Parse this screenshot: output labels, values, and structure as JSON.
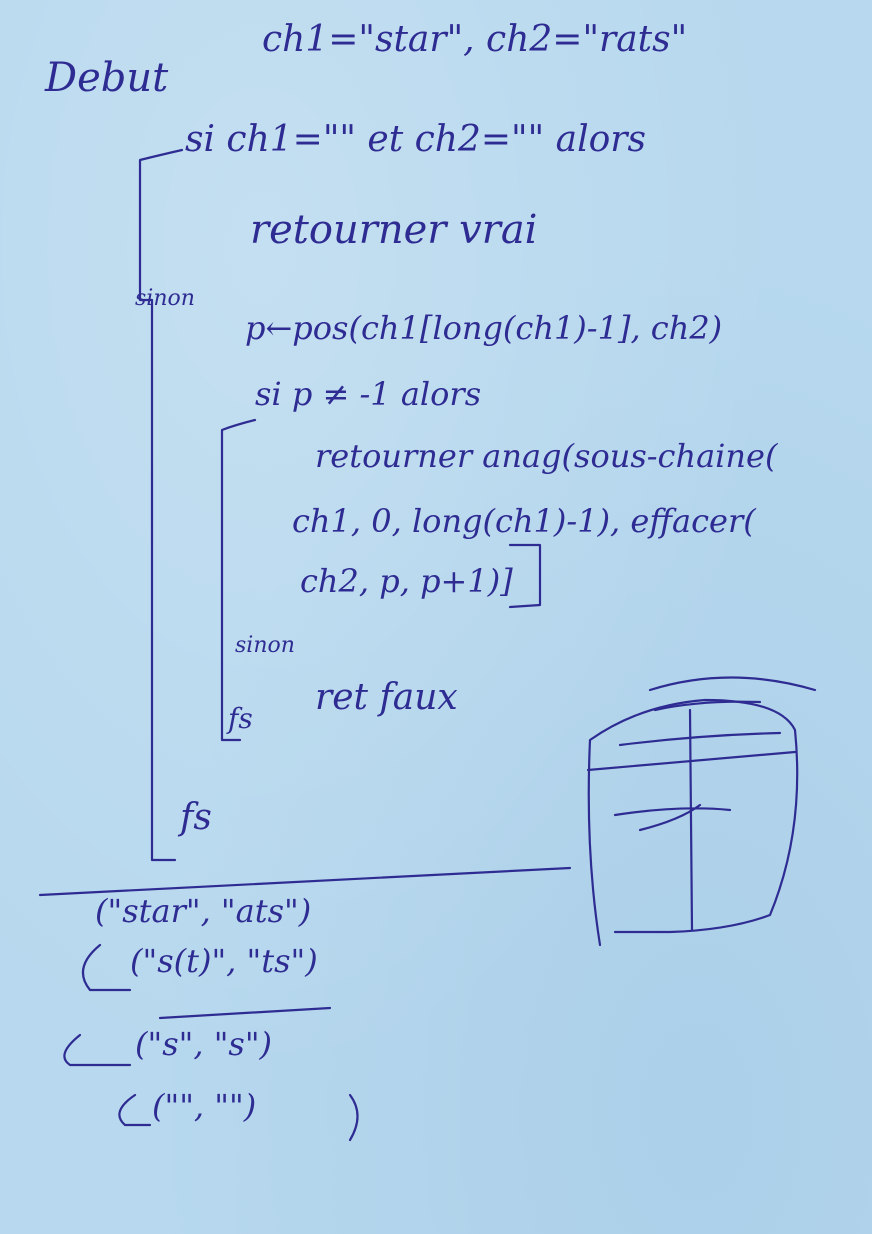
{
  "header": {
    "title_word": "Debut",
    "declaration": "ch1=\"star\", ch2=\"rats\""
  },
  "algorithm": {
    "if_line": "si ch1=\"\" et ch2=\"\" alors",
    "return_true": "retourner vrai",
    "else_1": "sinon",
    "pos_line": "p←pos(ch1[long(ch1)-1], ch2)",
    "inner_if": "si p ≠ -1 alors",
    "return_anag_1": "retourner anag(sous-chaine(",
    "return_anag_2": "ch1, 0, long(ch1)-1), effacer(",
    "return_anag_3": "ch2, p, p+1)]",
    "else_2": "sinon",
    "return_false": "ret faux",
    "end_inner": "fs",
    "end_outer": "fs"
  },
  "trace": {
    "call_0": "(\"star\", \"ats\")",
    "call_1": "(\"s(t)\", \"ts\")",
    "call_2": "(\"s\", \"s\")",
    "call_3": "(\"\", \"\")"
  }
}
